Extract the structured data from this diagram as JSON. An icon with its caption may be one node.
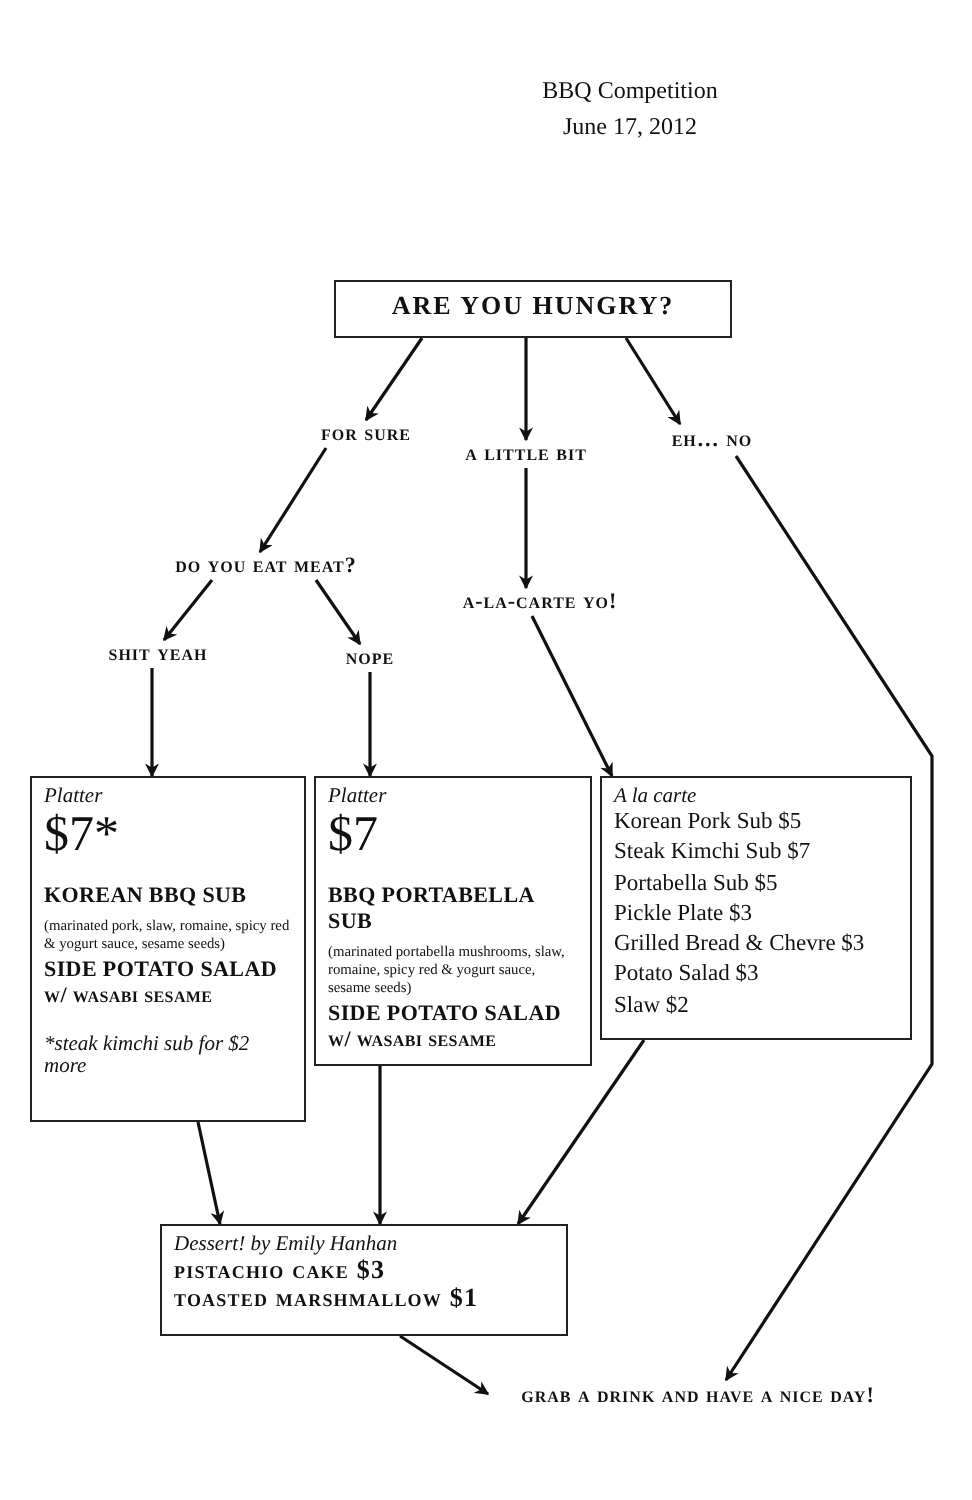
{
  "diagram": {
    "title": "BBQ Competition",
    "nodes": [
      {
        "text": [
          "ARE YOU HUNGRY?"
        ]
      },
      {
        "text": [
          "for sure"
        ]
      },
      {
        "text": [
          "a little bit"
        ]
      },
      {
        "text": [
          "eh… no"
        ]
      },
      {
        "text": [
          "do you eat meat?"
        ]
      },
      {
        "text": [
          "shit yeah"
        ]
      },
      {
        "text": [
          "nope"
        ]
      },
      {
        "text": [
          "a-la-carte yo!"
        ]
      },
      {
        "text": [
          "Platter",
          "$7*",
          "KOREAN BBQ SUB",
          "(marinated pork, slaw, romaine, spicy red & yogurt sauce, sesame seeds)",
          "SIDE POTATO SALAD w/ wasabi sesame",
          "*steak kimchi sub for $2 more"
        ]
      },
      {
        "text": [
          "Platter",
          "$7",
          "BBQ PORTABELLA SUB",
          "(marinated portabella mushrooms, slaw, romaine, spicy red & yogurt sauce, sesame seeds)",
          "SIDE POTATO SALAD w/ wasabi sesame"
        ]
      },
      {
        "text": [
          "A la carte",
          "Korean Pork Sub $5",
          "Steak Kimchi Sub $7",
          "Portabella Sub $5",
          "Pickle Plate $3",
          "Grilled Bread & Chevre $3",
          "Potato Salad $3",
          "Slaw $2"
        ]
      },
      {
        "text": [
          "Dessert! by Emily Hanhan",
          "pistachio cake $3",
          "toasted marshmallow $1"
        ]
      },
      {
        "text": [
          "grab a drink and have a nice day!"
        ]
      }
    ],
    "edges": [
      {
        "from": 0,
        "to": 1,
        "arrow": "to"
      },
      {
        "from": 0,
        "to": 2,
        "arrow": "to"
      },
      {
        "from": 0,
        "to": 3,
        "arrow": "to"
      },
      {
        "from": 1,
        "to": 4,
        "arrow": "to"
      },
      {
        "from": 2,
        "to": 7,
        "arrow": "to"
      },
      {
        "from": 4,
        "to": 5,
        "arrow": "to"
      },
      {
        "from": 4,
        "to": 6,
        "arrow": "to"
      },
      {
        "from": 5,
        "to": 8,
        "arrow": "to"
      },
      {
        "from": 6,
        "to": 9,
        "arrow": "to"
      },
      {
        "from": 7,
        "to": 10,
        "arrow": "to"
      },
      {
        "from": 3,
        "to": 12,
        "arrow": "to"
      },
      {
        "from": 8,
        "to": 11,
        "arrow": "to"
      },
      {
        "from": 9,
        "to": 11,
        "arrow": "to"
      },
      {
        "from": 10,
        "to": 11,
        "arrow": "to"
      },
      {
        "from": 11,
        "to": 12,
        "arrow": "to"
      }
    ],
    "labels": [
      "June 17, 2012"
    ]
  }
}
